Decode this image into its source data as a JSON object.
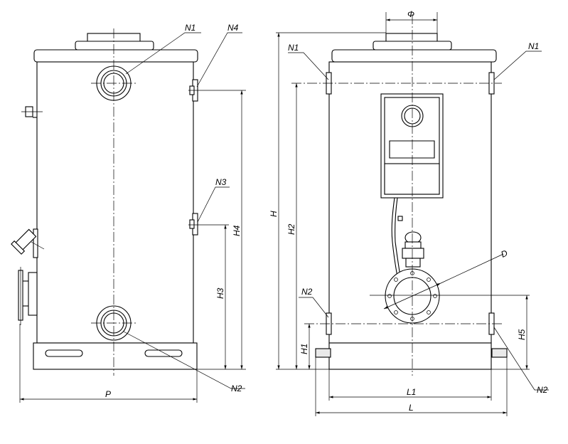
{
  "labels": {
    "n1_side": "N1",
    "n4": "N4",
    "n3": "N3",
    "n2_side": "N2",
    "p": "P",
    "h3": "H3",
    "h4": "H4",
    "phi": "Φ",
    "n1_front_left": "N1",
    "n1_front_right": "N1",
    "h": "H",
    "h2": "H2",
    "d": "D",
    "n2_front_left": "N2",
    "h1": "H1",
    "l1": "L1",
    "l": "L",
    "h5": "H5",
    "n2_front_right": "N2"
  }
}
